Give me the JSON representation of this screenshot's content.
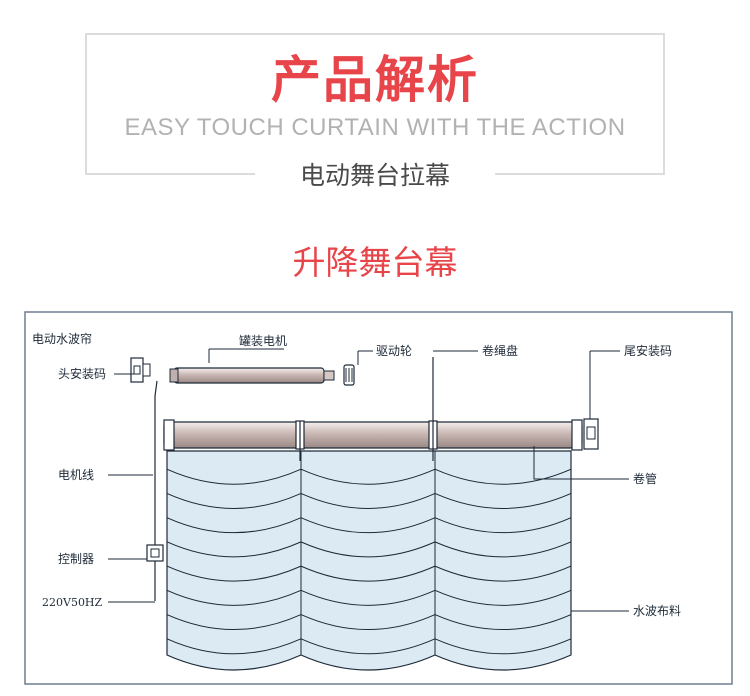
{
  "header": {
    "title_cn": "产品解析",
    "title_en": "EASY TOUCH CURTAIN WITH THE ACTION",
    "subtitle": "电动舞台拉幕"
  },
  "section": {
    "title": "升降舞台幕"
  },
  "diagram": {
    "title": "电动水波帘",
    "labels": {
      "head_mount": "头安装码",
      "tubular_motor": "罐装电机",
      "drive_wheel": "驱动轮",
      "rope_reel": "卷绳盘",
      "tail_mount": "尾安装码",
      "motor_cable": "电机线",
      "roller_tube": "卷管",
      "controller": "控制器",
      "power_supply": "220V50HZ",
      "wave_fabric": "水波布料"
    },
    "colors": {
      "fabric_fill": "#dceaf4",
      "line": "#1e2a38",
      "tube": "#c7b6b3"
    }
  }
}
